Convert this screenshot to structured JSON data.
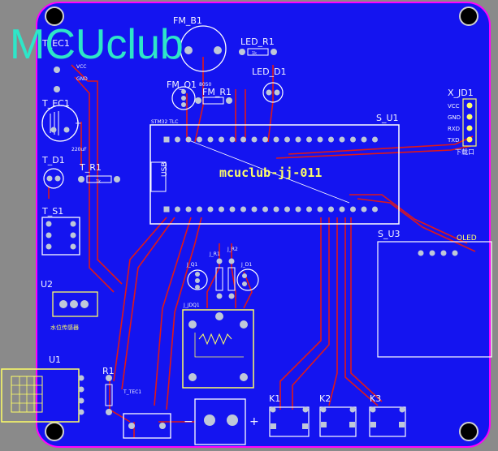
{
  "watermark": "MCUclub",
  "board_title": "mcuclub-jj-011",
  "components": {
    "fm_b1": "FM_B1",
    "led_r1": "LED_R1",
    "led_d1": "LED_D1",
    "fm_q1": "FM_Q1",
    "fm_r1": "FM_R1",
    "t_ec1_top": "T_EC1",
    "t_ec1": "T_EC1",
    "t_d1": "T_D1",
    "t_r1": "T_R1",
    "t_s1": "T_S1",
    "u2": "U2",
    "u1": "U1",
    "r1": "R1",
    "s_u1": "S_U1",
    "s_u3": "S_U3",
    "oled": "OLED",
    "x_jd1": "X_JD1",
    "k1": "K1",
    "k2": "K2",
    "k3": "K3",
    "j_r1": "J_R1",
    "j_r2": "J_R2",
    "j_q1": "J_Q1",
    "j_d1": "J_D1",
    "j_jdq1": "J_JDQ1",
    "t_tec1": "T_TEC1",
    "usb": "USB"
  },
  "labels": {
    "vcc": "VCC",
    "gnd": "GND",
    "rxd": "RXD",
    "txd": "TXD",
    "download": "下载口",
    "water_sensor": "水位传感器",
    "r_1k": "1k",
    "cap": "220uF",
    "s8050": "8050",
    "stm32": "STM32 TLC"
  },
  "colors": {
    "board": "#1414f0",
    "copper_track": "#e01818",
    "silkscreen": "#ffff66",
    "watermark": "#2ee6c8",
    "outline": "#ff00ff"
  }
}
